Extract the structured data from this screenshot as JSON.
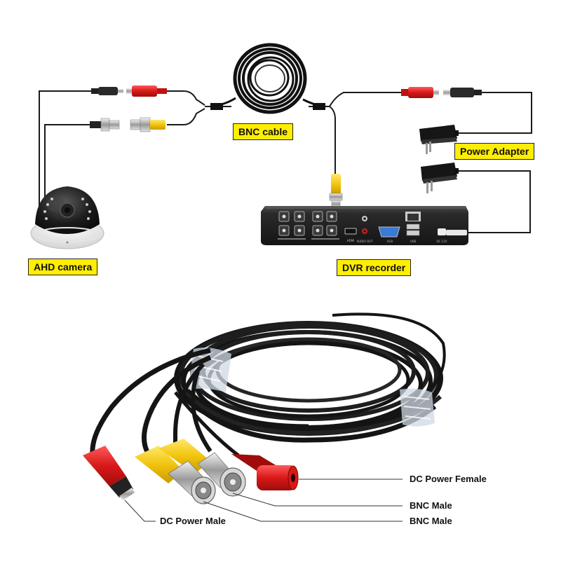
{
  "labels": {
    "bnc_cable": "BNC cable",
    "power_adapter": "Power Adapter",
    "ahd_camera": "AHD camera",
    "dvr_recorder": "DVR recorder"
  },
  "parts": {
    "dc_power_female": "DC Power Female",
    "bnc_male_1": "BNC Male",
    "bnc_male_2": "BNC Male",
    "dc_power_male": "DC Power Male"
  },
  "dvr_panel": {
    "hdmi": "HDMI",
    "audio_out": "AUDIO OUT",
    "vga": "VGA",
    "usb": "USB",
    "dc12v": "DC 12V"
  },
  "colors": {
    "label_bg": "#ffee00",
    "cable": "#1a1a1a",
    "dc_connector": "#e02020",
    "bnc_boot": "#f2d21a",
    "metal": "#c8c8c8"
  }
}
